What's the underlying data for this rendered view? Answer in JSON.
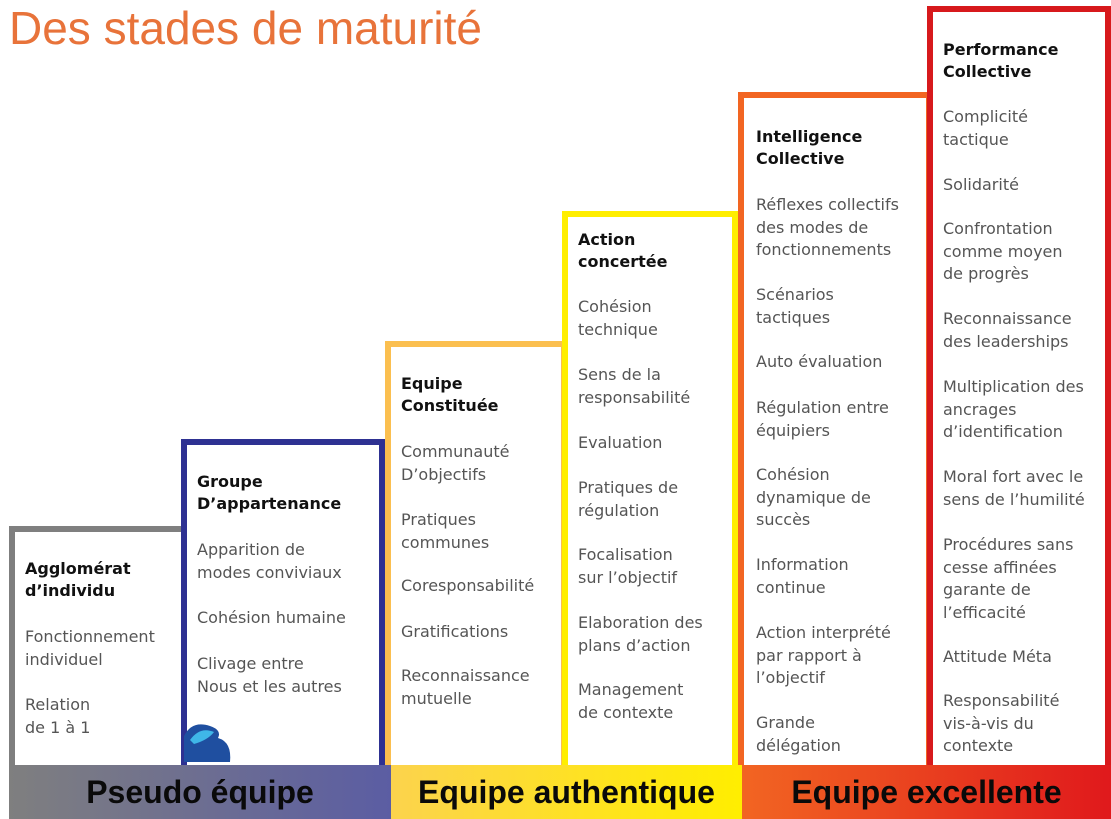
{
  "title": "Des stades de maturité",
  "stages": [
    {
      "heading": "Agglomérat\nd’individu",
      "items": [
        "Fonctionnement\nindividuel",
        "Relation\nde 1 à 1"
      ],
      "color": "#7f7f7f"
    },
    {
      "heading": "Groupe\nD’appartenance",
      "items": [
        "Apparition de\nmodes conviviaux",
        "Cohésion humaine",
        "Clivage entre\nNous et les autres"
      ],
      "color": "#2e3192"
    },
    {
      "heading": "Equipe\nConstituée",
      "items": [
        "Communauté\nD’objectifs",
        "Pratiques\ncommunes",
        "Coresponsabilité",
        "Gratifications",
        "Reconnaissance\nmutuelle"
      ],
      "color": "#fbbf4f"
    },
    {
      "heading": "Action\nconcertée",
      "items": [
        "Cohésion\ntechnique",
        "Sens de la\nresponsabilité",
        "Evaluation",
        "Pratiques de\nrégulation",
        "Focalisation\nsur l’objectif",
        "Elaboration des\nplans d’action",
        "Management\nde contexte"
      ],
      "color": "#ffee00"
    },
    {
      "heading": "Intelligence\nCollective",
      "items": [
        "Réflexes collectifs\ndes modes de\nfonctionnements",
        "Scénarios\ntactiques",
        "Auto évaluation",
        "Régulation entre\néquipiers",
        "Cohésion\ndynamique de\nsuccès",
        "Information\ncontinue",
        "Action interprété\npar rapport à\nl’objectif",
        "Grande\ndélégation"
      ],
      "color": "#f26522"
    },
    {
      "heading": "Performance\nCollective",
      "items": [
        "Complicité\ntactique",
        "Solidarité",
        "Confrontation\ncomme moyen\nde progrès",
        "Reconnaissance\ndes leaderships",
        "Multiplication des\nancrages\nd’identification",
        "Moral fort avec le\nsens de l’humilité",
        "Procédures sans\ncesse affinées\ngarante de\nl’efficacité",
        "Attitude Méta",
        "Responsabilité\nvis-à-vis du\ncontexte"
      ],
      "color": "#d7191c"
    }
  ],
  "bands": [
    {
      "label": "Pseudo équipe",
      "color_start": "#7f7f7f",
      "color_end": "#5b5da3"
    },
    {
      "label": "Equipe authentique",
      "color_start": "#fcd34d",
      "color_end": "#ffee00"
    },
    {
      "label": "Equipe excellente",
      "color_start": "#f26522",
      "color_end": "#e0191c"
    }
  ]
}
